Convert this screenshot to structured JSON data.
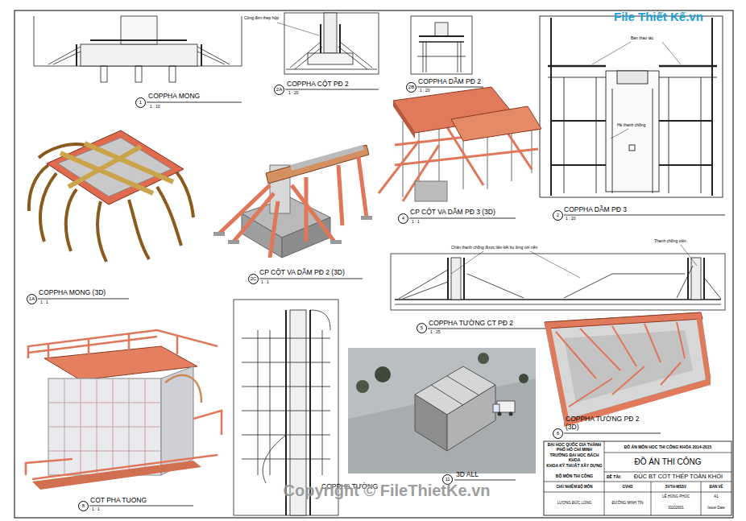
{
  "diagram": {
    "title": "ĐỒ ÁN THI CÔNG",
    "labels": [
      "File Thiết Kế.vn",
      "COPPHA MONG",
      "1",
      "1 : 10",
      "Công đơn thép hộp",
      "COPPHA CỘT PĐ 2",
      "2A",
      "1 : 20",
      "COPPHA DẦM PĐ 2",
      "2B",
      "1 : 20",
      "Bàn thao tác",
      "Hệ thanh chống",
      "COPPHA DẦM PĐ 3",
      "2",
      "1 : 20",
      "COPPHA MONG (3D)",
      "1A",
      "1 : 1",
      "CP CỘT VA DẦM PĐ 2 (3D)",
      "2C",
      "1 : 1",
      "CP CỘT VA DẦM PĐ 3 (3D)",
      "4",
      "1 : 1",
      "Chân thanh chống được liên kết bu lông với nền",
      "Thanh chống xiên",
      "COPPHA TƯỜNG CT PĐ 2",
      "5",
      "1 : 25",
      "COPPHA TƯỜNG PĐ 2 (3D)",
      "6",
      "COT PHA TUONG",
      "8",
      "1 : 1",
      "COPPHA TƯỜNG",
      "3D ALL",
      "11",
      "ĐẠI HỌC QUỐC GIA THÀNH PHỐ HỒ CHÍ MINH",
      "TRƯỜNG ĐẠI HỌC BÁCH KHOA",
      "KHOA KỸ THUẬT XÂY DỰNG",
      "BỘ MÔN THI CÔNG",
      "ĐỒ ÁN MÔN HỌC THI CÔNG KHÓA 2014-2015",
      "ĐỀ TÀI:",
      "ĐÚC BT CỐT THÉP TOÀN KHỐI",
      "CHỦ NHIỆM BỘ MÔN",
      "GVHD",
      "SVTH-MSSV",
      "BẢN VẼ",
      "LƯƠNG ĐỨC LONG",
      "ĐƯỜNG MINH TÍN",
      "LÊ HÙNG PHÚC",
      "A1",
      "31102601",
      "Issue Date",
      "Copyright © FileThietKe.vn"
    ]
  }
}
